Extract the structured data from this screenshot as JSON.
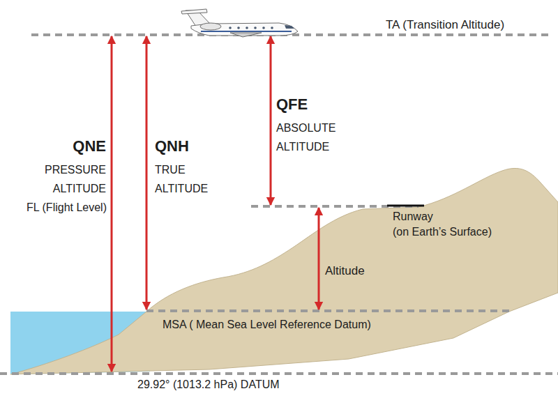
{
  "diagram": {
    "labels": [
      "TA (Transition Altitude)",
      "QNE",
      "PRESSURE ALTITUDE",
      "FL (Flight Level)",
      "QNH",
      "TRUE ALTITUDE",
      "QFE",
      "ABSOLUTE ALTITUDE",
      "Runway",
      "(on Earth’s Surface)",
      "Altitude",
      "MSA ( Mean Sea Level Reference Datum)",
      "29.92° (1013.2 hPa) DATUM"
    ]
  }
}
